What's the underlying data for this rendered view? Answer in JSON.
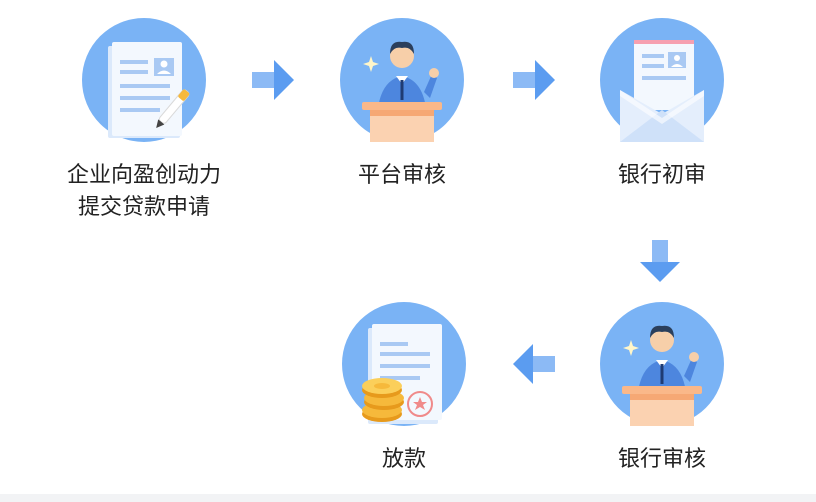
{
  "steps": [
    {
      "id": "apply",
      "label": "企业向盈创动力\n提交贷款申请",
      "icon": "document-pen-icon"
    },
    {
      "id": "platform_review",
      "label": "平台审核",
      "icon": "reviewer-icon"
    },
    {
      "id": "bank_initial",
      "label": "银行初审",
      "icon": "envelope-document-icon"
    },
    {
      "id": "bank_review",
      "label": "银行审核",
      "icon": "reviewer-icon"
    },
    {
      "id": "disburse",
      "label": "放款",
      "icon": "coins-document-icon"
    }
  ],
  "colors": {
    "circle": "#7ab3f5",
    "arrow": "#5b9cf0",
    "paper": "#eef4fd",
    "paper_line": "#a9c9f3",
    "desk": "#fab889",
    "coin": "#f6b93b",
    "text": "#222222",
    "footer": "#f2f3f5"
  }
}
